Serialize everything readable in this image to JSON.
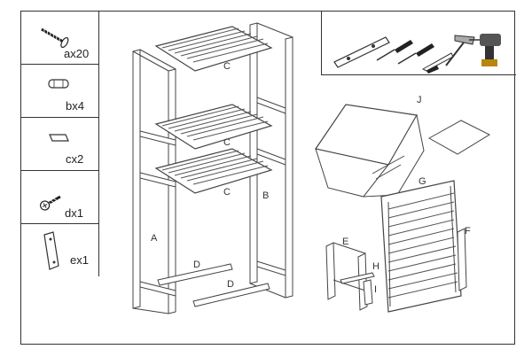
{
  "parts": [
    {
      "label": "ax20",
      "icon": "screw-icon"
    },
    {
      "label": "bx4",
      "icon": "dowel-icon"
    },
    {
      "label": "cx2",
      "icon": "pad-icon"
    },
    {
      "label": "dx1",
      "icon": "screw-anchor-icon"
    },
    {
      "label": "ex1",
      "icon": "bracket-icon"
    }
  ],
  "callouts": {
    "a": "A",
    "b": "B",
    "c1": "C",
    "c2": "C",
    "c3": "C",
    "d1": "D",
    "d2": "D",
    "e": "E",
    "f": "F",
    "g": "G",
    "h": "H",
    "i": "I",
    "j": "J"
  },
  "tools": [
    "level-icon",
    "screwdriver-icon",
    "screwdriver-icon",
    "knife-icon",
    "hammer-icon",
    "drill-icon"
  ]
}
